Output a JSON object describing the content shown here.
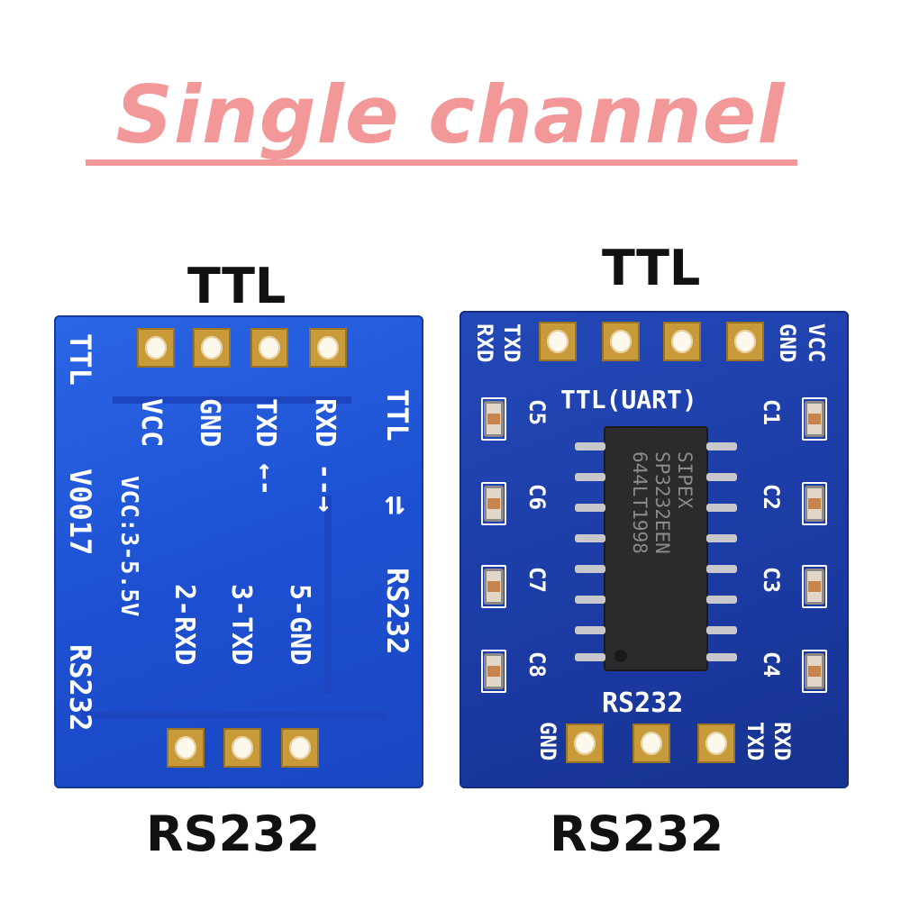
{
  "heading": "Single channel",
  "left_board": {
    "top_label": "TTL",
    "bottom_label": "RS232",
    "pin_ttl": [
      "VCC",
      "GND",
      "TXD",
      "RXD"
    ],
    "arrow_txd": "TXD ←-",
    "arrow_rxd": "RXD --→",
    "side_right_top": "TTL",
    "side_right_arrow": "⇌",
    "side_right_bottom": "RS232",
    "side_left_top": "TTL",
    "side_left_mid": "V0017",
    "side_left_bottom": "RS232",
    "vcc_range": "VCC:3-5.5V",
    "rs_pins": [
      "2-RXD",
      "3-TXD",
      "5-GND"
    ]
  },
  "right_board": {
    "top_label": "TTL",
    "bottom_label": "RS232",
    "title": "TTL(UART)",
    "board_rs232": "RS232",
    "top_pins_left": [
      "RXD",
      "TXD"
    ],
    "top_pins_right": [
      "VCC",
      "GND"
    ],
    "bottom_pins_left": [
      "GND"
    ],
    "bottom_pins_right": [
      "RXD",
      "TXD"
    ],
    "caps_left": [
      "C5",
      "C6",
      "C7",
      "C8"
    ],
    "caps_right": [
      "C1",
      "C2",
      "C3",
      "C4"
    ],
    "chip_lines": [
      "SIPEX",
      "SP3232EEN",
      "644LT1998"
    ]
  }
}
